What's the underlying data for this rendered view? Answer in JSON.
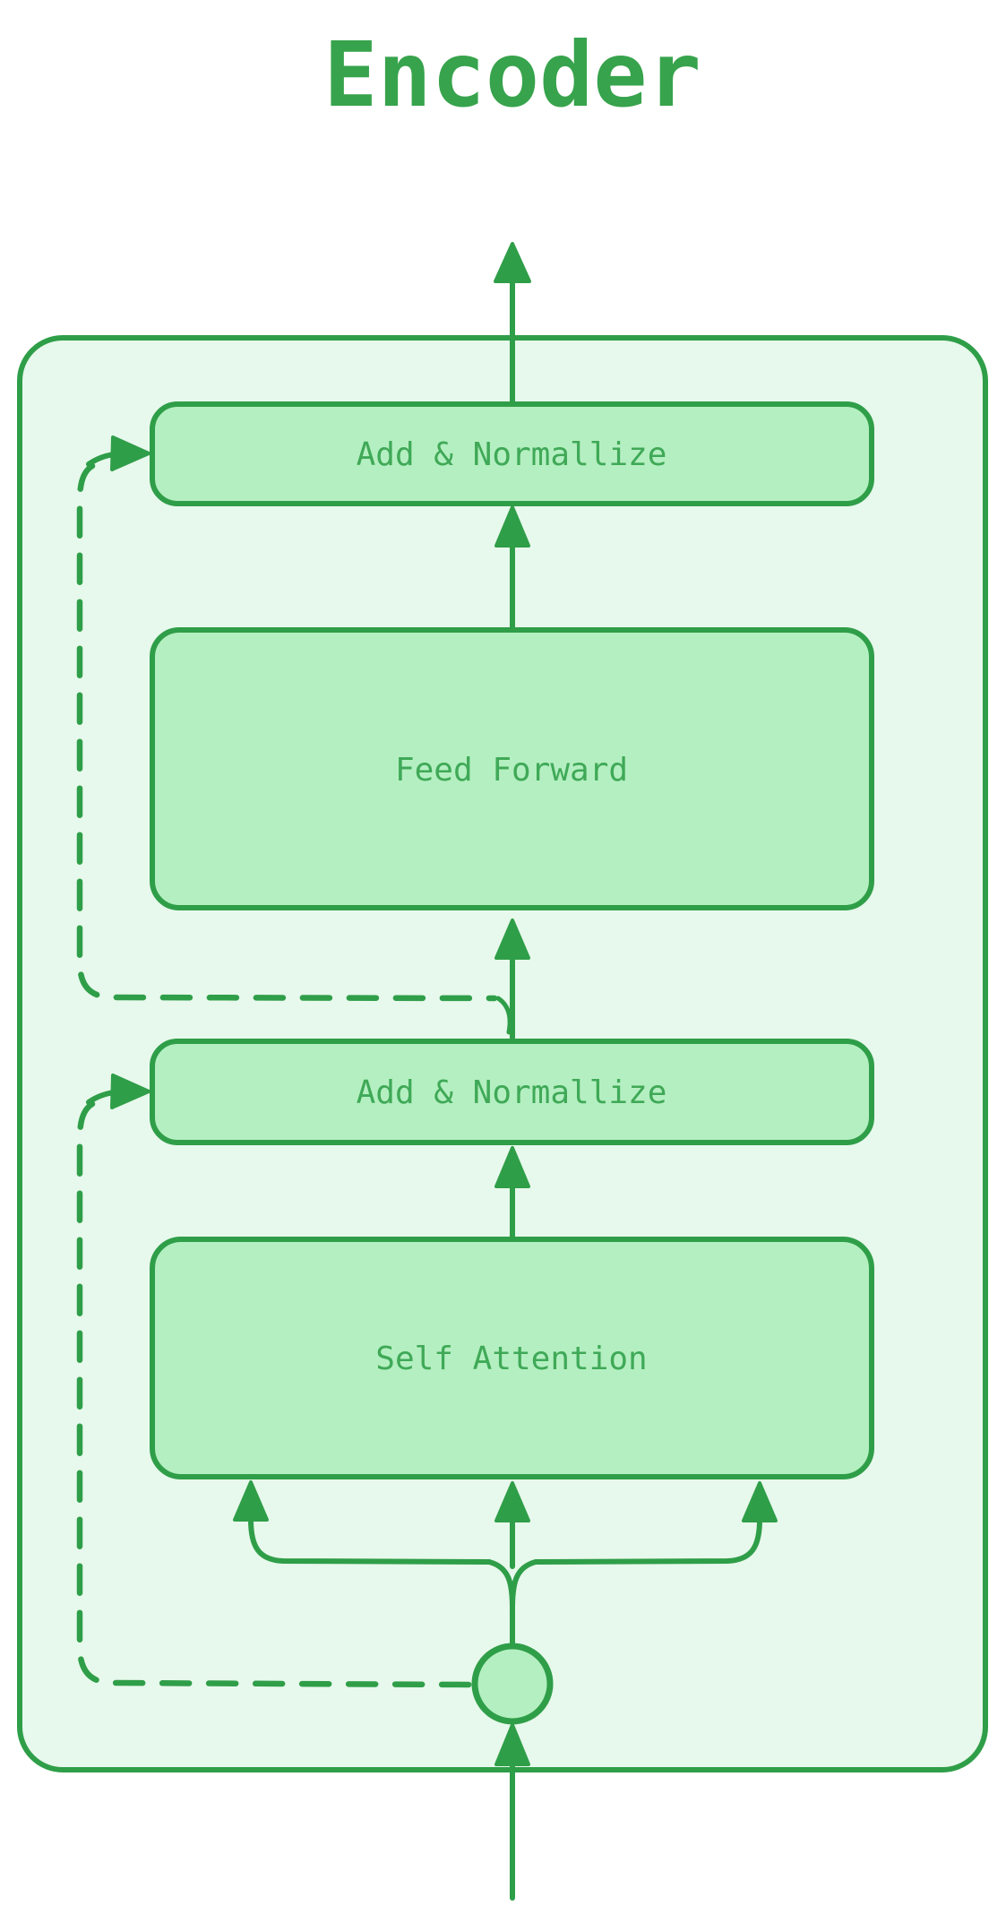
{
  "title": "Encoder",
  "diagram": {
    "blocks": {
      "add_norm_top": "Add & Normallize",
      "feed_forward": "Feed Forward",
      "add_norm_bottom": "Add & Normallize",
      "self_attention": "Self Attention"
    }
  },
  "colors": {
    "stroke": "#2f9e48",
    "label-text": "#3fa957",
    "title-text": "#37a34c",
    "block-fill": "#b4efc1",
    "container-fill": "#e7f8ec",
    "page-bg": "#ffffff"
  }
}
